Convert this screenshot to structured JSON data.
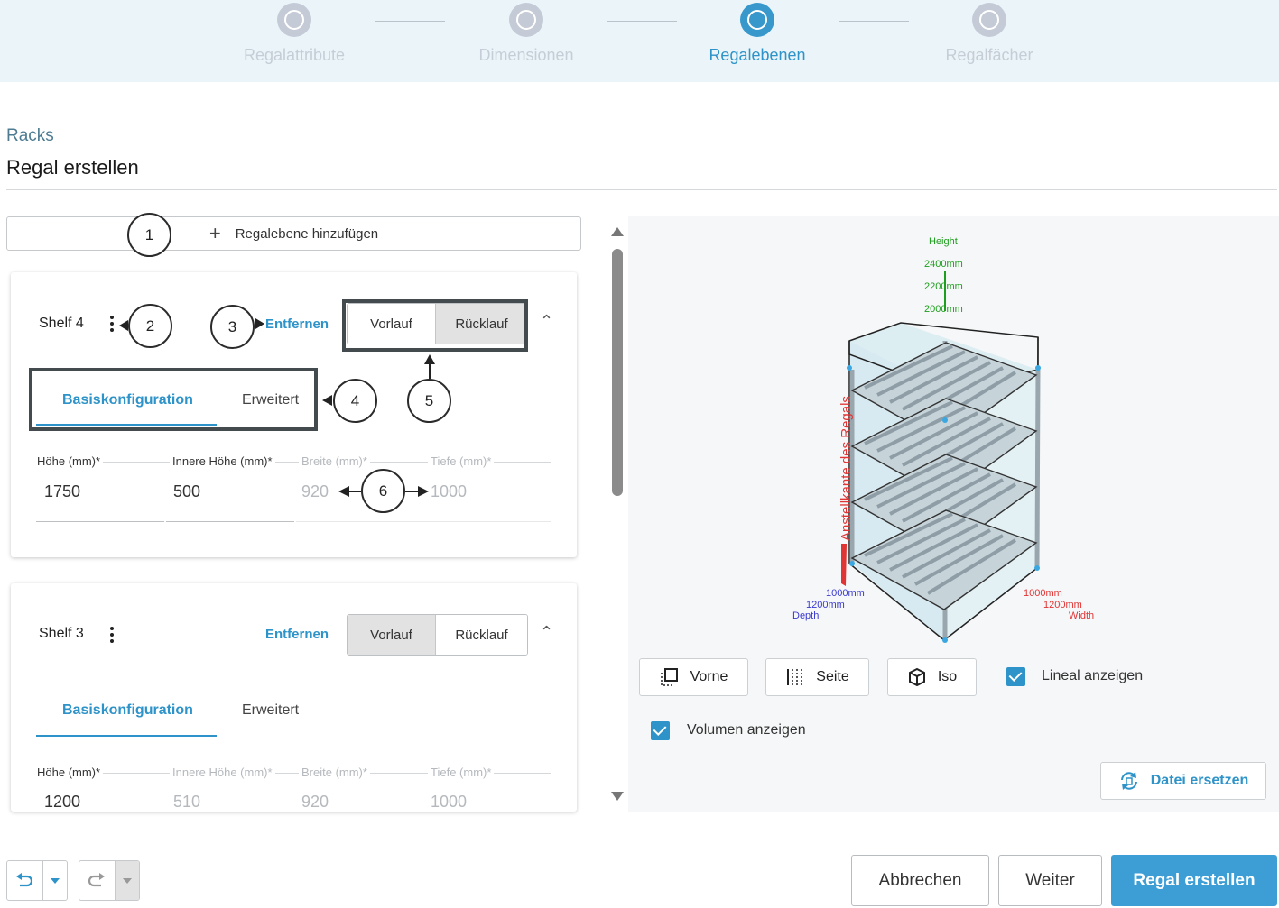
{
  "stepper": {
    "steps": [
      {
        "label": "Regalattribute",
        "active": false
      },
      {
        "label": "Dimensionen",
        "active": false
      },
      {
        "label": "Regalebenen",
        "active": true
      },
      {
        "label": "Regalfächer",
        "active": false
      }
    ]
  },
  "header": {
    "breadcrumb": "Racks",
    "title": "Regal erstellen"
  },
  "add_level": {
    "label": "Regalebene hinzufügen"
  },
  "callouts": [
    "1",
    "2",
    "3",
    "4",
    "5",
    "6"
  ],
  "shelves": [
    {
      "name": "Shelf 4",
      "remove_label": "Entfernen",
      "direction": {
        "options": [
          "Vorlauf",
          "Rücklauf"
        ],
        "selected": "Rücklauf"
      },
      "tabs": [
        "Basiskonfiguration",
        "Erweitert"
      ],
      "active_tab": "Basiskonfiguration",
      "fields": [
        {
          "label": "Höhe (mm)*",
          "value": "1750",
          "enabled": true
        },
        {
          "label": "Innere Höhe (mm)*",
          "value": "500",
          "enabled": true
        },
        {
          "label": "Breite (mm)*",
          "value": "920",
          "enabled": false
        },
        {
          "label": "Tiefe (mm)*",
          "value": "1000",
          "enabled": false
        }
      ]
    },
    {
      "name": "Shelf 3",
      "remove_label": "Entfernen",
      "direction": {
        "options": [
          "Vorlauf",
          "Rücklauf"
        ],
        "selected": "Vorlauf"
      },
      "tabs": [
        "Basiskonfiguration",
        "Erweitert"
      ],
      "active_tab": "Basiskonfiguration",
      "fields": [
        {
          "label": "Höhe (mm)*",
          "value": "1200",
          "enabled": true
        },
        {
          "label": "Innere Höhe (mm)*",
          "value": "510",
          "enabled": false
        },
        {
          "label": "Breite (mm)*",
          "value": "920",
          "enabled": false
        },
        {
          "label": "Tiefe (mm)*",
          "value": "1000",
          "enabled": false
        }
      ]
    }
  ],
  "preview": {
    "height_title": "Height",
    "height_marks": [
      "2400mm",
      "2200mm",
      "2000mm"
    ],
    "front_edge_label": "Anstellkante des Regals",
    "depth_marks": [
      "1000mm",
      "1200mm"
    ],
    "depth_title": "Depth",
    "width_marks": [
      "1000mm",
      "1200mm"
    ],
    "width_title": "Width",
    "views": {
      "front": "Vorne",
      "side": "Seite",
      "iso": "Iso"
    },
    "show_ruler": {
      "label": "Lineal anzeigen",
      "checked": true
    },
    "show_volume": {
      "label": "Volumen anzeigen",
      "checked": true
    },
    "replace_file": "Datei ersetzen"
  },
  "footer": {
    "cancel": "Abbrechen",
    "next": "Weiter",
    "create": "Regal erstellen"
  },
  "colors": {
    "accent": "#2d93c9",
    "primary_button": "#3d9ed6",
    "stepper_bg": "#ebf5f9",
    "height_green": "#1e9e1e",
    "width_red": "#e03535",
    "depth_blue": "#3a3ad0"
  }
}
